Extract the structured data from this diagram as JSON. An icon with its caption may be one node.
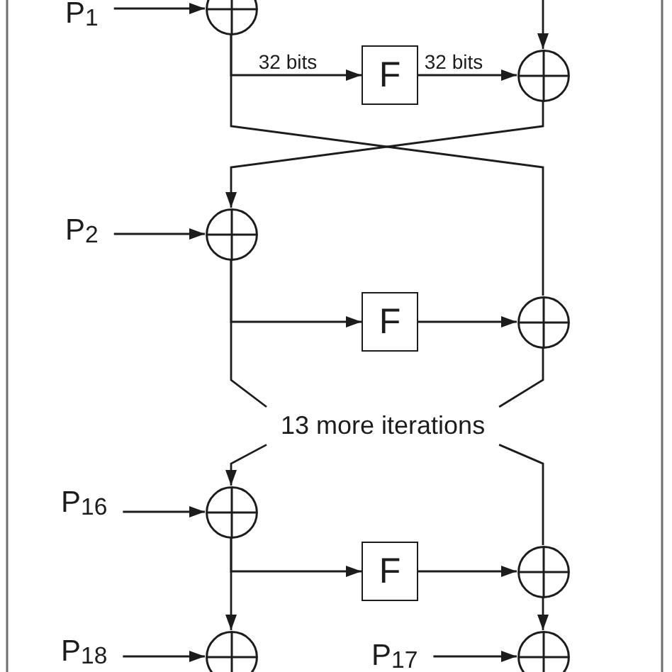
{
  "diagram": {
    "nodes": [
      {
        "text": [
          "P$_{1}$"
        ]
      },
      {
        "text": [],
        "shape": "circle"
      },
      {
        "text": [
          "F"
        ]
      },
      {
        "text": [],
        "shape": "circle"
      },
      {
        "text": [
          "P$_{2}$"
        ]
      },
      {
        "text": [],
        "shape": "circle"
      },
      {
        "text": [
          "F"
        ]
      },
      {
        "text": [],
        "shape": "circle"
      },
      {
        "text": [
          "13 more iterations"
        ]
      },
      {
        "text": [
          "P$_{16}$"
        ]
      },
      {
        "text": [],
        "shape": "circle"
      },
      {
        "text": [
          "F"
        ]
      },
      {
        "text": [],
        "shape": "circle"
      },
      {
        "text": [
          "P$_{18}$"
        ]
      },
      {
        "text": [],
        "shape": "circle"
      },
      {
        "text": [
          "P$_{17}$"
        ]
      },
      {
        "text": [],
        "shape": "circle"
      }
    ],
    "edges": [
      {
        "from": 0,
        "to": 1,
        "arrow": "to"
      },
      {
        "from": null,
        "to": 3,
        "arrow": "to"
      },
      {
        "from": 1,
        "to": 2,
        "arrow": "to",
        "label": "32 bits"
      },
      {
        "from": 2,
        "to": 3,
        "arrow": "to",
        "label": "32 bits"
      },
      {
        "from": 1,
        "to": 7,
        "arrow": "none"
      },
      {
        "from": 3,
        "to": 5,
        "arrow": "to"
      },
      {
        "from": 4,
        "to": 5,
        "arrow": "to"
      },
      {
        "from": 5,
        "to": 6,
        "arrow": "to"
      },
      {
        "from": 6,
        "to": 7,
        "arrow": "to"
      },
      {
        "from": 5,
        "to": 8,
        "arrow": "none"
      },
      {
        "from": 7,
        "to": 8,
        "arrow": "none"
      },
      {
        "from": 8,
        "to": 10,
        "arrow": "to"
      },
      {
        "from": 8,
        "to": 12,
        "arrow": "none"
      },
      {
        "from": 9,
        "to": 10,
        "arrow": "to"
      },
      {
        "from": 10,
        "to": 11,
        "arrow": "to"
      },
      {
        "from": 11,
        "to": 12,
        "arrow": "to"
      },
      {
        "from": 10,
        "to": 14,
        "arrow": "to"
      },
      {
        "from": 12,
        "to": 16,
        "arrow": "to"
      },
      {
        "from": 13,
        "to": 14,
        "arrow": "to"
      },
      {
        "from": 15,
        "to": 16,
        "arrow": "to"
      }
    ]
  }
}
